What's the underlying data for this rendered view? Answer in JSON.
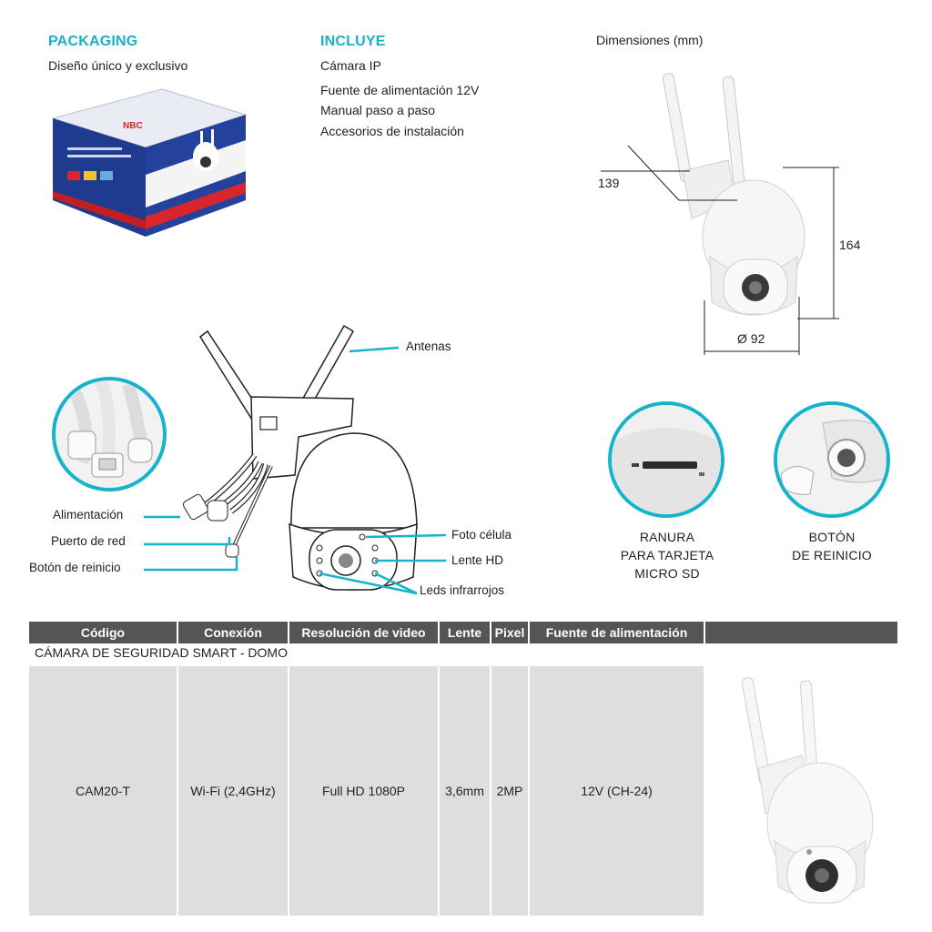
{
  "packaging": {
    "heading": "PACKAGING",
    "subtitle": "Diseño único y exclusivo",
    "box_brand": "NBC"
  },
  "includes": {
    "heading": "INCLUYE",
    "items": [
      "Cámara IP",
      "Fuente de alimentación 12V",
      "Manual paso a paso",
      "Accesorios de instalación"
    ]
  },
  "dimensions": {
    "title": "Dimensiones (mm)",
    "depth": "139",
    "height": "164",
    "diameter": "Ø 92"
  },
  "callouts": {
    "antenas": "Antenas",
    "foto_celula": "Foto célula",
    "lente_hd": "Lente HD",
    "leds": "Leds infrarrojos",
    "alimentacion": "Alimentación",
    "puerto_red": "Puerto de red",
    "boton_reinicio": "Botón de reinicio"
  },
  "details": {
    "sd_slot": [
      "RANURA",
      "PARA TARJETA",
      "MICRO SD"
    ],
    "reset_button": [
      "BOTÓN",
      "DE REINICIO"
    ]
  },
  "table": {
    "headers": [
      "Código",
      "Conexión",
      "Resolución de video",
      "Lente",
      "Pixel",
      "Fuente de alimentación",
      ""
    ],
    "category": "CÁMARA DE SEGURIDAD SMART - DOMO",
    "row": [
      "CAM20-T",
      "Wi-Fi (2,4GHz)",
      "Full HD 1080P",
      "3,6mm",
      "2MP",
      "12V (CH-24)"
    ]
  },
  "colors": {
    "accent": "#1ab0c8",
    "header_bg": "#555555",
    "row_bg": "#dedede"
  }
}
